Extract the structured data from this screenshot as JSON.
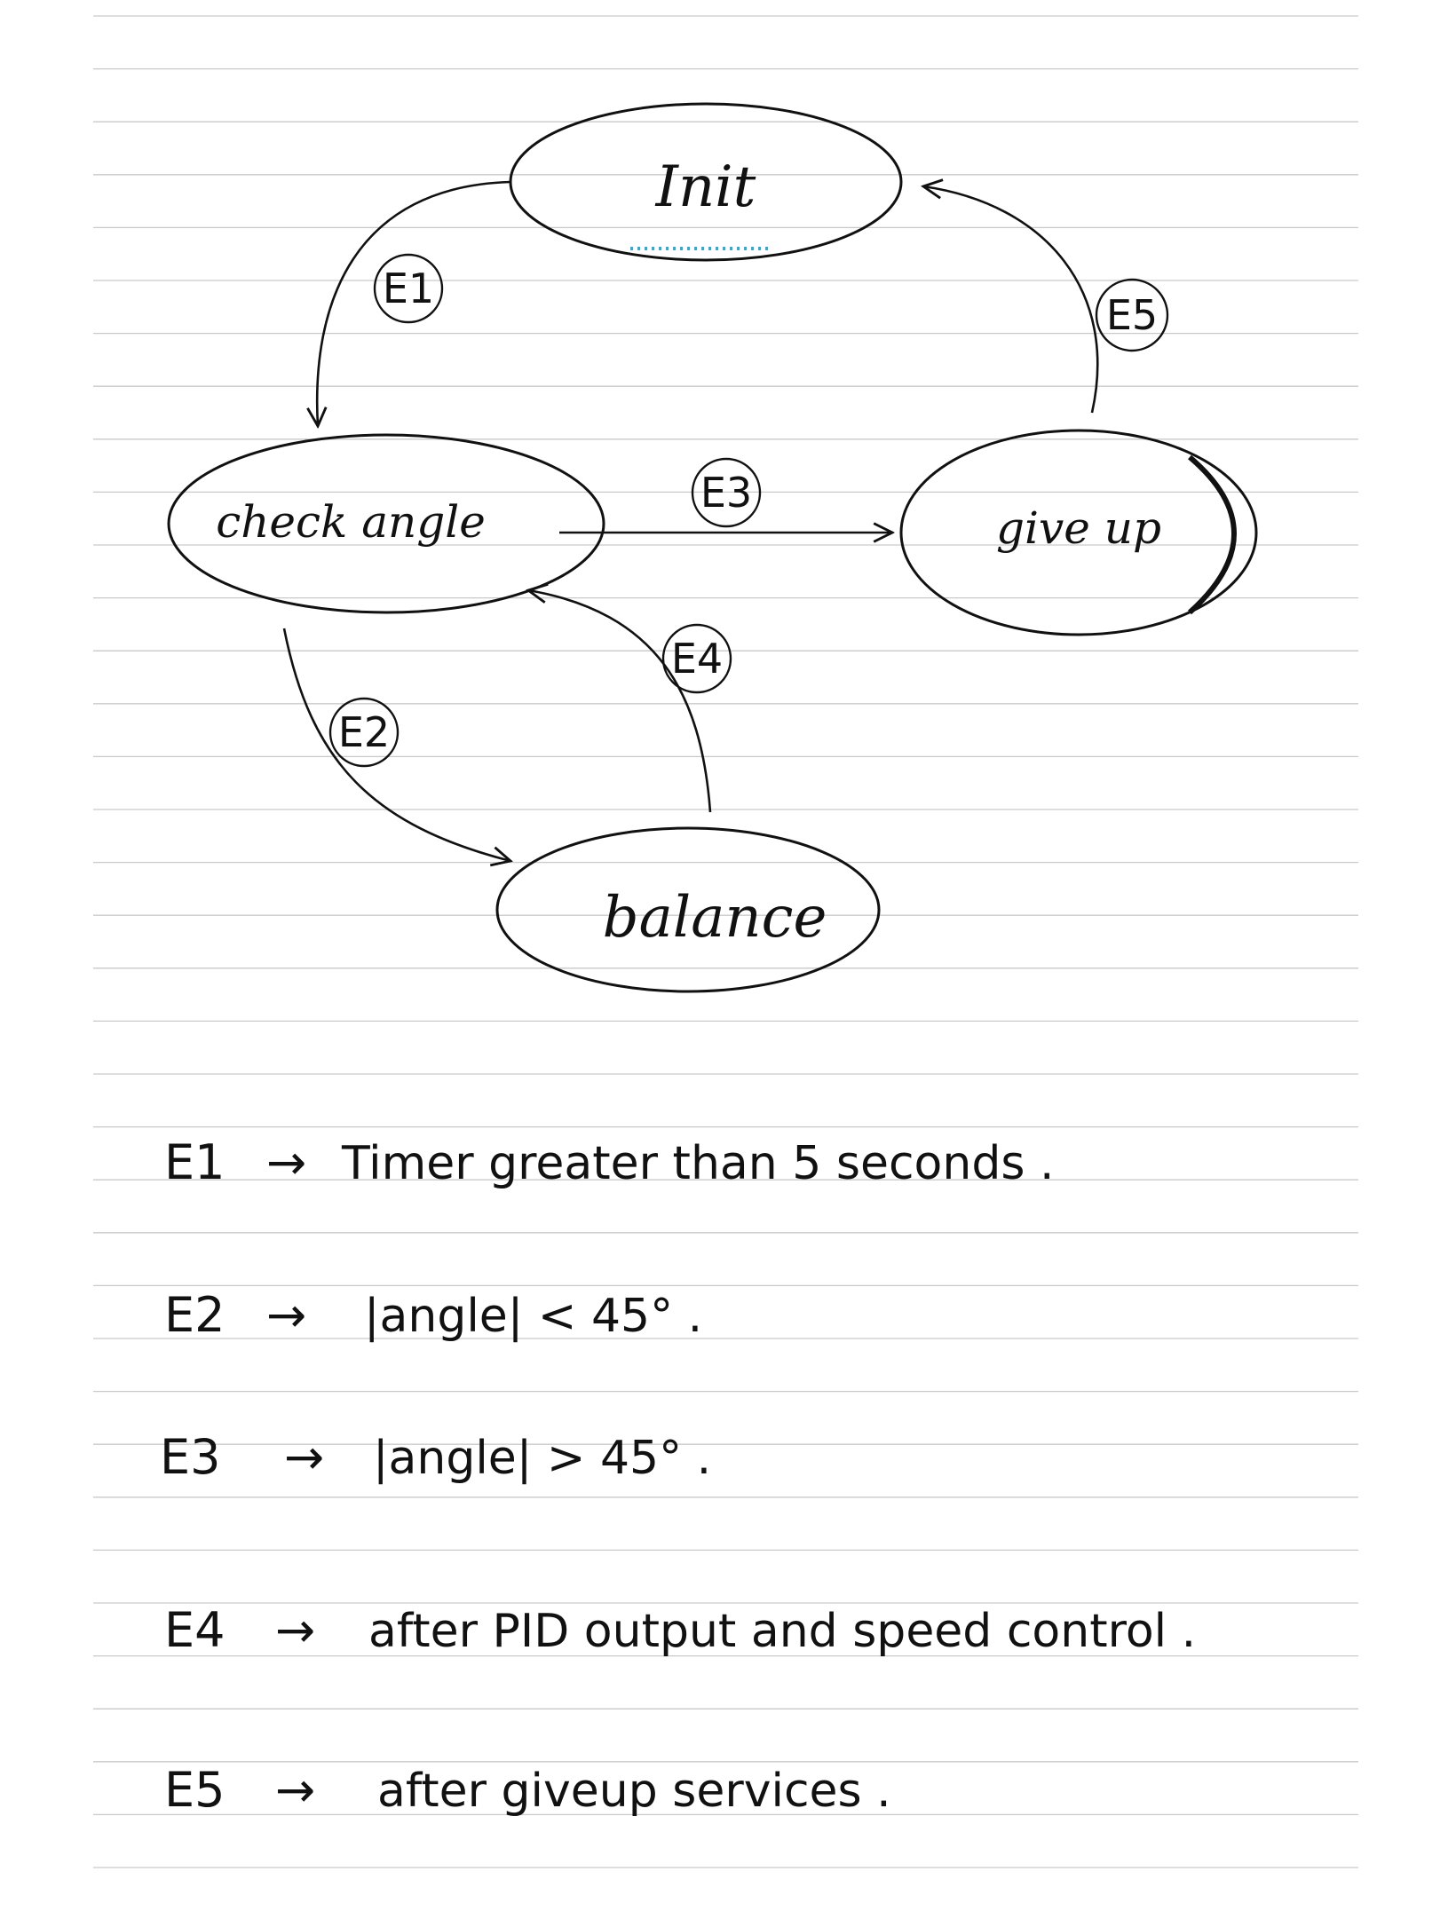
{
  "diagram": {
    "states": [
      {
        "id": "init",
        "label": "Init"
      },
      {
        "id": "check-angle",
        "label": "check angle"
      },
      {
        "id": "give-up",
        "label": "give up"
      },
      {
        "id": "balance",
        "label": "balance"
      }
    ],
    "transitions": [
      {
        "id": "E1",
        "label": "E1",
        "from": "init",
        "to": "check-angle"
      },
      {
        "id": "E2",
        "label": "E2",
        "from": "check-angle",
        "to": "balance"
      },
      {
        "id": "E3",
        "label": "E3",
        "from": "check-angle",
        "to": "give-up"
      },
      {
        "id": "E4",
        "label": "E4",
        "from": "balance",
        "to": "check-angle"
      },
      {
        "id": "E5",
        "label": "E5",
        "from": "give-up",
        "to": "init"
      }
    ]
  },
  "legend": [
    {
      "key": "E1",
      "arrow": "→",
      "text": "Timer greater than 5 seconds ."
    },
    {
      "key": "E2",
      "arrow": "→",
      "text": "|angle| < 45° ."
    },
    {
      "key": "E3",
      "arrow": "→",
      "text": "|angle| > 45° ."
    },
    {
      "key": "E4",
      "arrow": "→",
      "text": "after PID output and speed control ."
    },
    {
      "key": "E5",
      "arrow": "→",
      "text": "after giveup services ."
    }
  ]
}
